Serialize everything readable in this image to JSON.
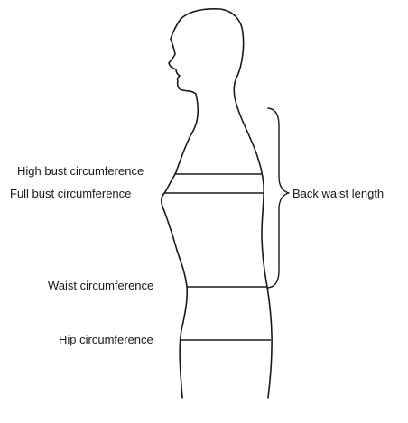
{
  "labels": {
    "high_bust": "High bust circumference",
    "full_bust": "Full bust circumference",
    "waist": "Waist circumference",
    "hip": "Hip circumference",
    "back_waist": "Back waist length"
  }
}
